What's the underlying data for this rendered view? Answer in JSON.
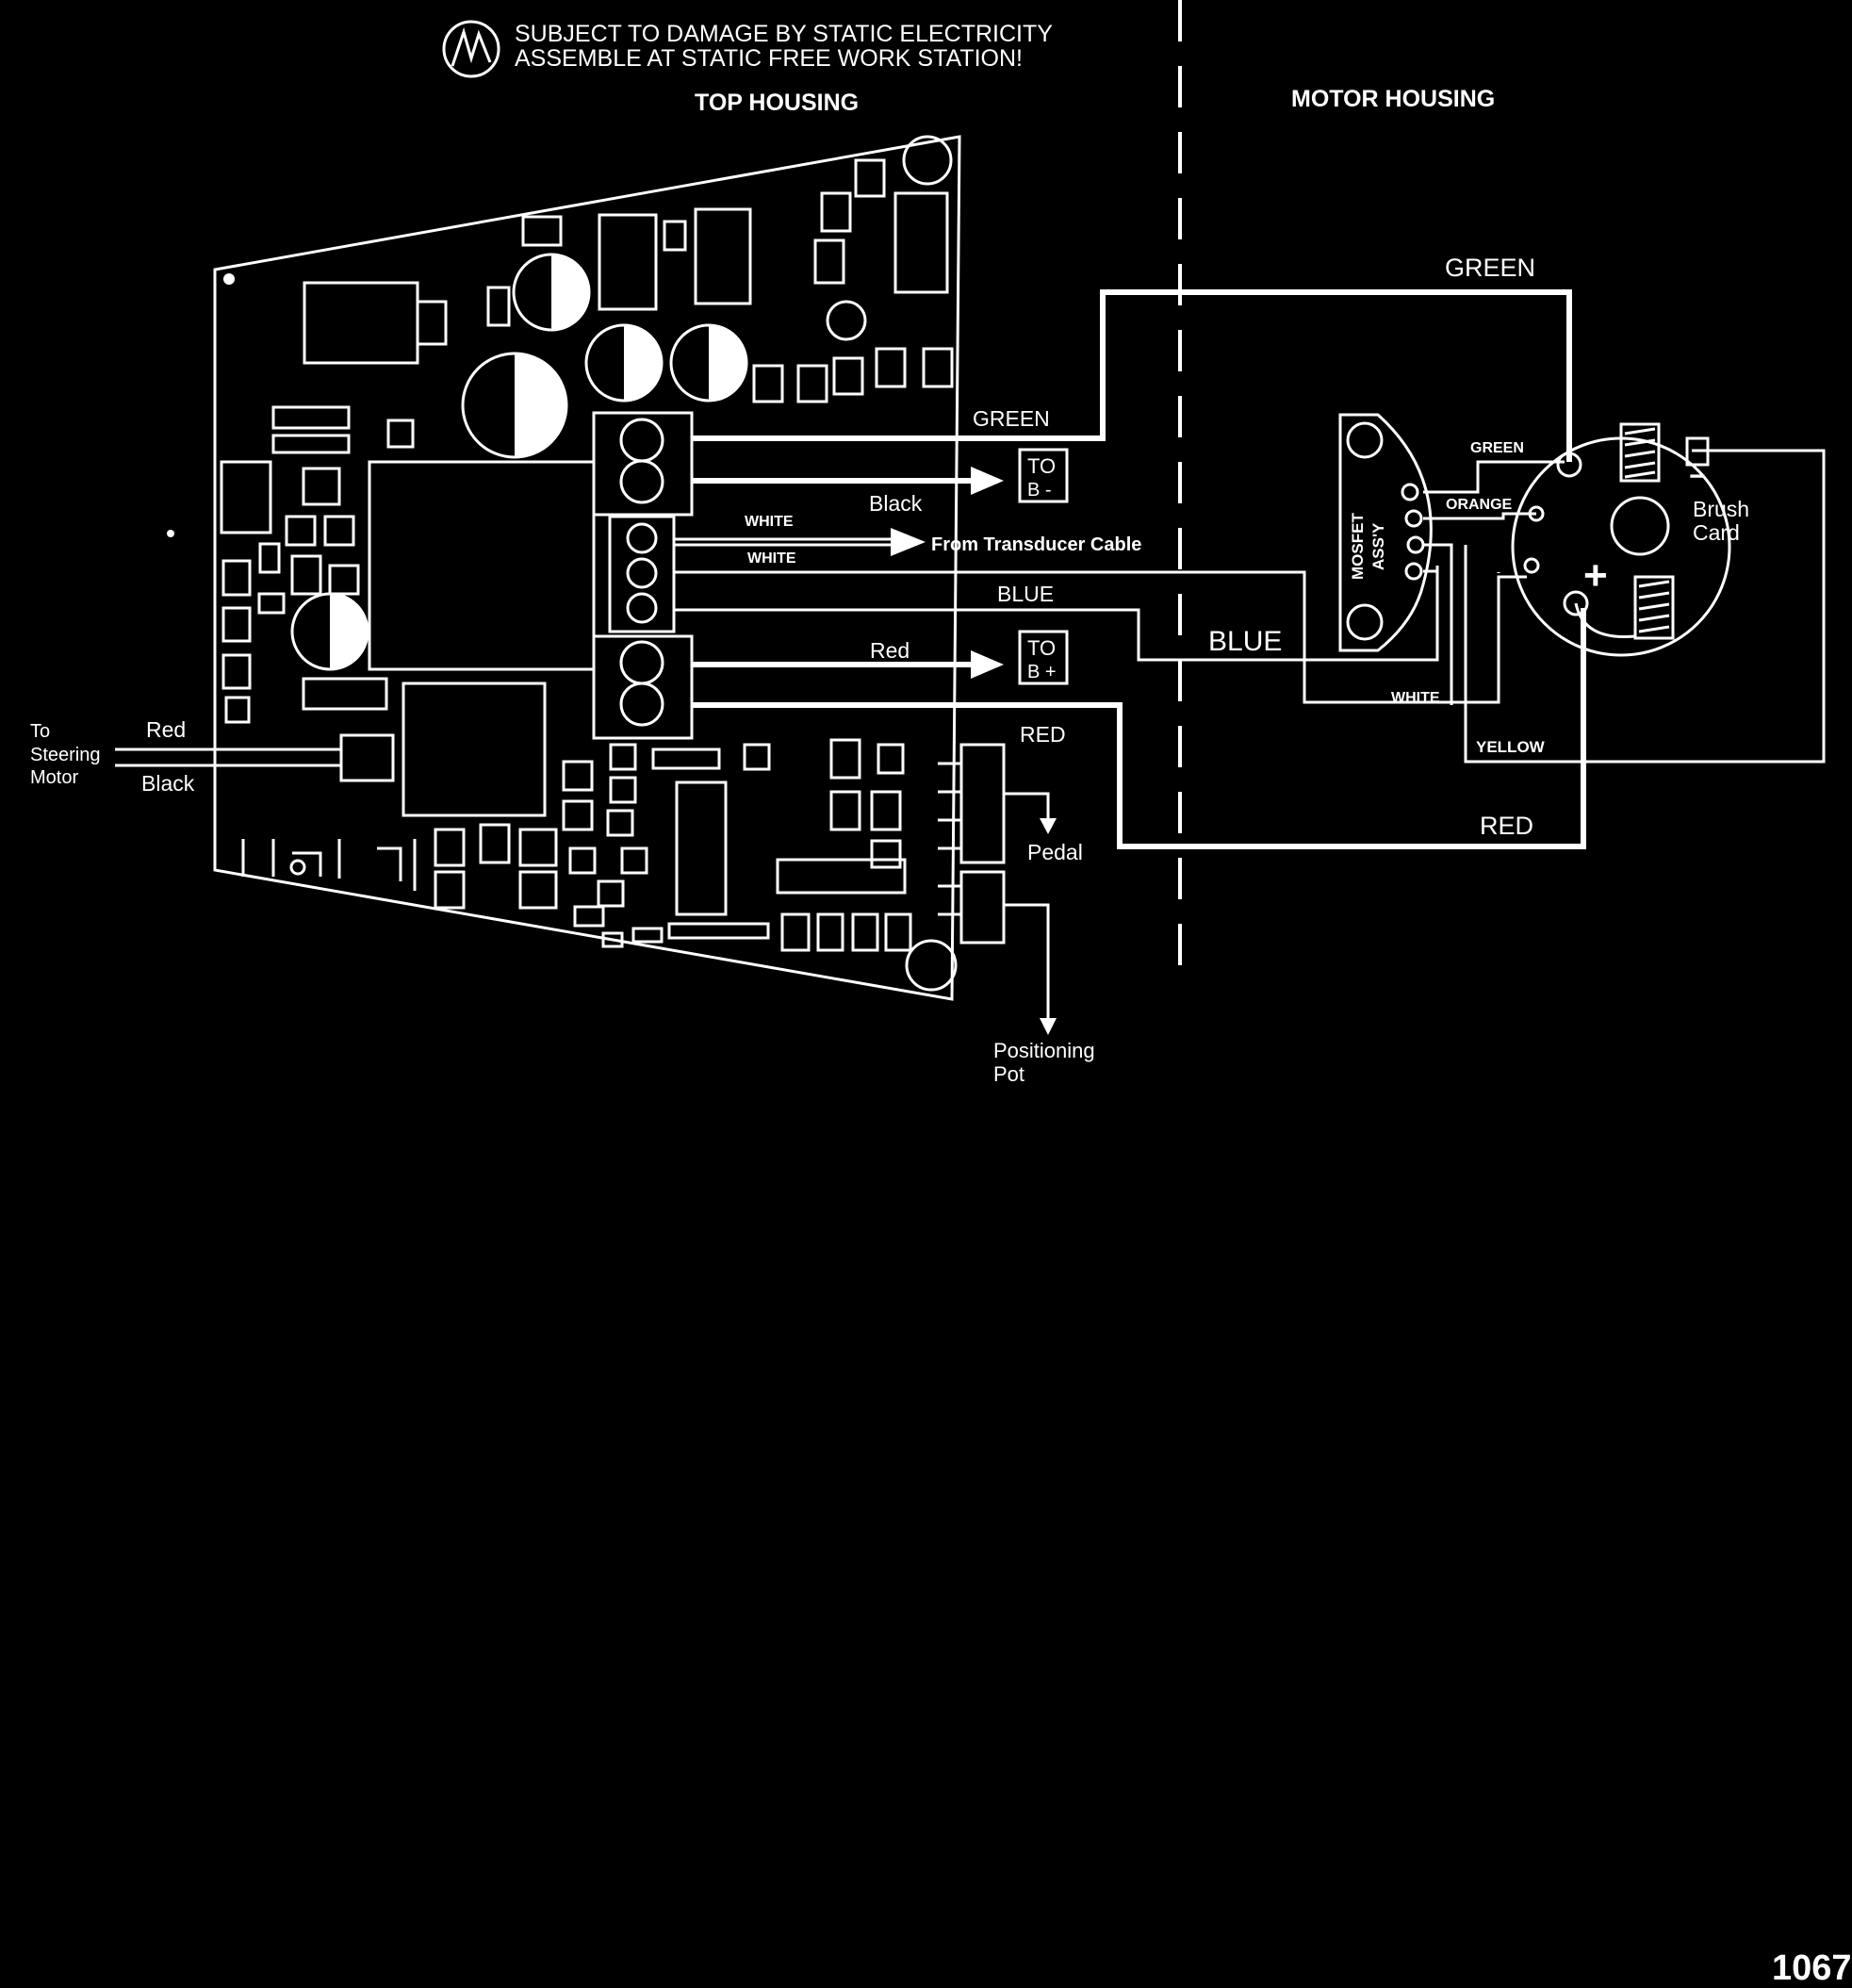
{
  "warning": {
    "line1": "SUBJECT TO DAMAGE BY STATIC ELECTRICITY",
    "line2": "ASSEMBLE AT STATIC FREE WORK STATION!"
  },
  "sections": {
    "top_housing": "TOP HOUSING",
    "motor_housing": "MOTOR HOUSING"
  },
  "wire_labels": {
    "green_top": "GREEN",
    "green_board": "GREEN",
    "black": "Black",
    "white_1": "WHITE",
    "white_2": "WHITE",
    "from_transducer": "From Transducer Cable",
    "blue_board": "BLUE",
    "blue_motor": "BLUE",
    "red_board": "Red",
    "red_lower": "RED",
    "red_motor": "RED",
    "green_mosfet": "GREEN",
    "orange": "ORANGE",
    "white_motor": "WHITE",
    "yellow": "YELLOW"
  },
  "terminals": {
    "b_minus_line1": "TO",
    "b_minus_line2": "B -",
    "b_plus_line1": "TO",
    "b_plus_line2": "B +"
  },
  "steering": {
    "line1": "To",
    "line2": "Steering",
    "line3": "Motor",
    "red": "Red",
    "black": "Black"
  },
  "pedal": "Pedal",
  "positioning_pot": {
    "line1": "Positioning",
    "line2": "Pot"
  },
  "mosfet": {
    "line1": "MOSFET",
    "line2": "ASS'Y"
  },
  "brush_card": {
    "line1": "Brush",
    "line2": "Card",
    "plus": "+",
    "minus": "−"
  },
  "page_number": "1067"
}
